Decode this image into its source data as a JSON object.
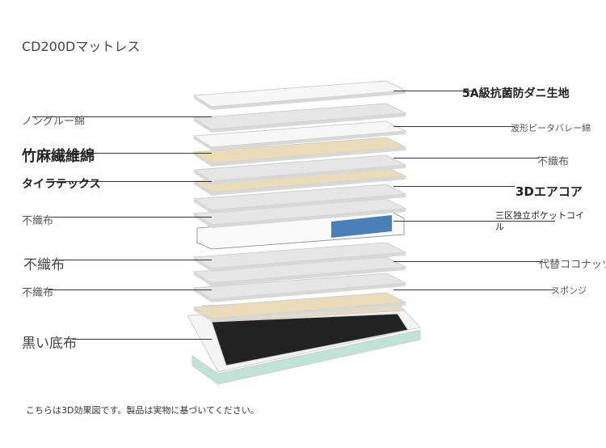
{
  "title": "CD200Dマットレス",
  "left_labels": [
    "ノングルー綿",
    "竹麻繊維綿",
    "タイラテックス",
    "不織布",
    "不織布",
    "不織布",
    "黒い底布"
  ],
  "right_labels": [
    "5A級抗菌防ダニ生地",
    "波形ピータバレー綿",
    "不織布",
    "3Dエアコア",
    "三区独立ポケットコイル",
    "代替ココナッツ",
    "スポンジ"
  ],
  "footnote": "こちらは3D効果図です。製品は実物に基づいてください。",
  "colors": {
    "white": "#f7f7f7",
    "gray": "#e6e6e6",
    "beige": "#eadcb8",
    "edge": "#cfcfcf",
    "coil_blue": "#4a7fb8",
    "base_black": "#222222",
    "base_green": "#bfe3d6"
  },
  "layers": [
    "white",
    "gray",
    "white",
    "beige",
    "gray",
    "beige",
    "gray",
    "gray",
    "coil",
    "gray",
    "gray",
    "gray",
    "beige",
    "base"
  ]
}
